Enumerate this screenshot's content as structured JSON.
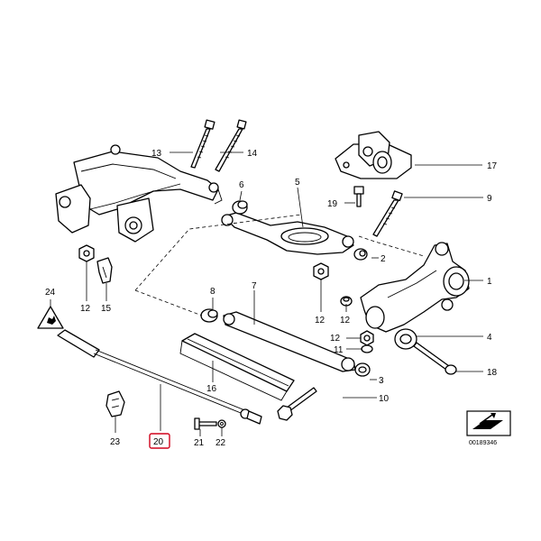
{
  "callouts": {
    "c1": "1",
    "c2": "2",
    "c3": "3",
    "c4": "4",
    "c5": "5",
    "c6": "6",
    "c7": "7",
    "c8": "8",
    "c9": "9",
    "c10": "10",
    "c11": "11",
    "c12a": "12",
    "c12b": "12",
    "c12c": "12",
    "c12d": "12",
    "c13": "13",
    "c14": "14",
    "c15": "15",
    "c16": "16",
    "c17": "17",
    "c18": "18",
    "c19": "19",
    "c20": "20",
    "c21": "21",
    "c22": "22",
    "c23": "23",
    "c24": "24"
  },
  "highlighted_callout": "20",
  "highlight_color": "#d0021b",
  "image_ref": "00189346",
  "icons": [
    "warning-triangle-icon",
    "view-orientation-icon"
  ]
}
